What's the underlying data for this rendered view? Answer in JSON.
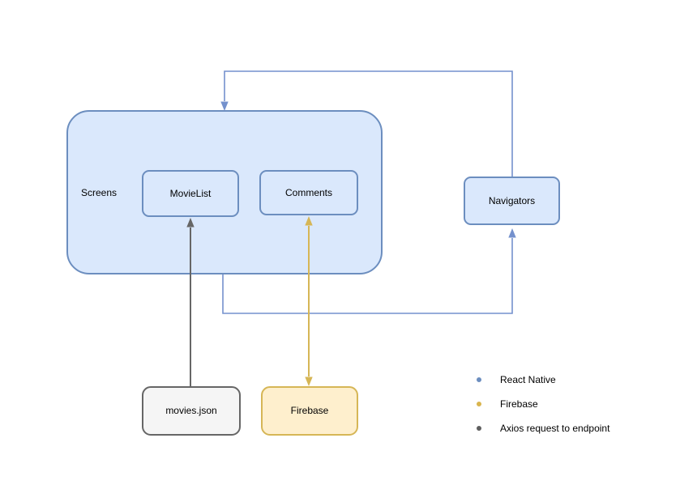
{
  "nodes": {
    "screens": {
      "label": "Screens"
    },
    "movie_list": {
      "label": "MovieList"
    },
    "comments": {
      "label": "Comments"
    },
    "navigators": {
      "label": "Navigators"
    },
    "movies_json": {
      "label": "movies.json"
    },
    "firebase": {
      "label": "Firebase"
    }
  },
  "edges": [
    {
      "from": "Navigators",
      "to": "Screens",
      "style": "react_native",
      "bidirectional": false
    },
    {
      "from": "Screens",
      "to": "Navigators",
      "style": "react_native",
      "bidirectional": false
    },
    {
      "from": "movies.json",
      "to": "MovieList",
      "style": "axios",
      "bidirectional": false
    },
    {
      "from": "Comments",
      "to": "Firebase",
      "style": "firebase",
      "bidirectional": true
    }
  ],
  "legend": {
    "items": [
      {
        "label": "React Native",
        "color": "#6c8ebf"
      },
      {
        "label": "Firebase",
        "color": "#d9b54e"
      },
      {
        "label": "Axios request to endpoint",
        "color": "#5f5f5f"
      }
    ]
  },
  "colors": {
    "rn_fill": "#dae8fc",
    "rn_stroke": "#6c8ebf",
    "fb_fill": "#feefcd",
    "fb_stroke": "#d6b656",
    "ax_fill": "#f5f5f5",
    "ax_stroke": "#666666",
    "conn_blue": "#7491cd"
  }
}
